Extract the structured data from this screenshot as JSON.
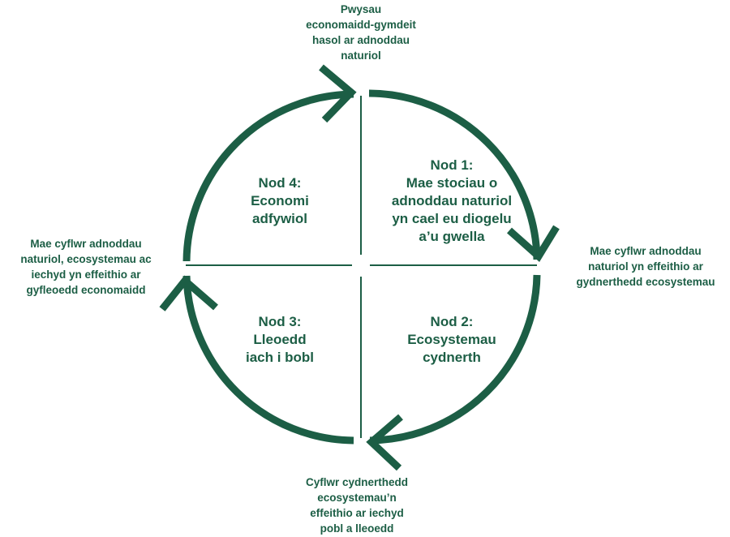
{
  "colors": {
    "primary": "#1c5e45",
    "background": "#ffffff"
  },
  "goals": {
    "nod1": "Nod 1:\nMae stociau o\nadnoddau naturiol\nyn cael eu diogelu\na’u gwella",
    "nod2": "Nod 2:\nEcosystemau\ncydnerth",
    "nod3": "Nod 3:\nLleoedd\niach i bobl",
    "nod4": "Nod 4:\nEconomi\nadfywiol"
  },
  "transitions": {
    "top": "Pwysau\neconomaidd-gymdeit\nhasol ar adnoddau\nnaturiol",
    "right": "Mae cyflwr adnoddau\nnaturiol yn effeithio ar\ngydnerthedd ecosystemau",
    "bottom": "Cyflwr cydnerthedd\necosystemau’n\neffeithio ar iechyd\npobl a lleoedd",
    "left": "Mae cyflwr adnoddau\nnaturiol, ecosystemau ac\niechyd yn effeithio ar\ngyfleoedd economaidd"
  }
}
